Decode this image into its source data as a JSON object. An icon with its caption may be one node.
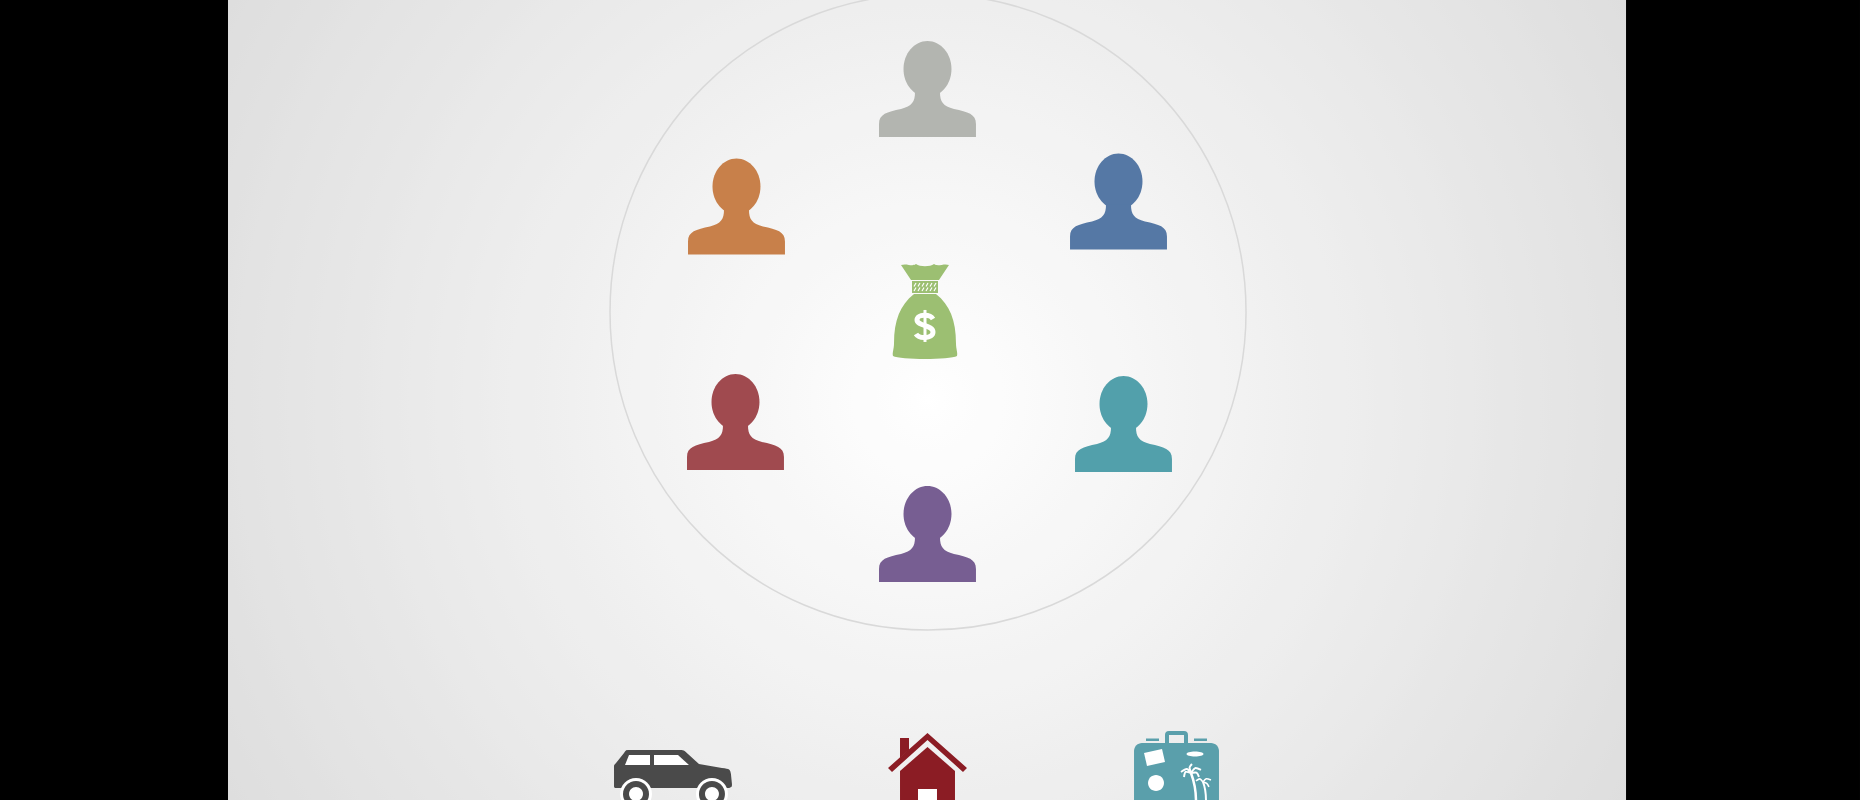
{
  "diagram": {
    "nodes": [
      {
        "text": [],
        "shape": "circle"
      },
      {
        "text": [],
        "shape": "person",
        "in": 0
      },
      {
        "text": [],
        "shape": "person",
        "in": 0
      },
      {
        "text": [],
        "shape": "person",
        "in": 0
      },
      {
        "text": [],
        "shape": "picture",
        "in": 0
      },
      {
        "text": [],
        "shape": "person",
        "in": 0
      },
      {
        "text": [],
        "shape": "person",
        "in": 0
      },
      {
        "text": [],
        "shape": "person",
        "in": 0
      },
      {
        "text": [],
        "shape": "picture"
      },
      {
        "text": [],
        "shape": "picture"
      },
      {
        "text": [],
        "shape": "picture"
      }
    ]
  }
}
